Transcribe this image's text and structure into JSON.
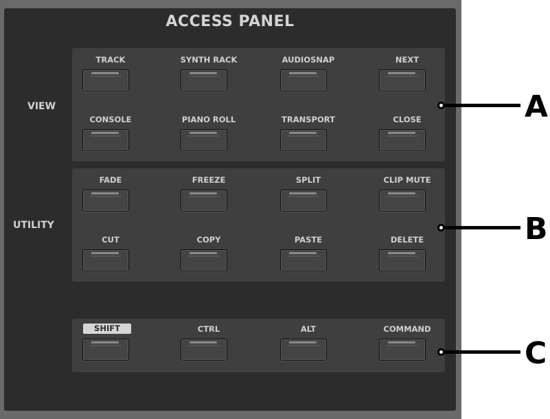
{
  "panel": {
    "title": "ACCESS PANEL"
  },
  "rows": {
    "view": {
      "label": "VIEW"
    },
    "utility": {
      "label": "UTILITY"
    }
  },
  "buttons": {
    "view": [
      [
        "TRACK",
        "SYNTH RACK",
        "AUDIOSNAP",
        "NEXT"
      ],
      [
        "CONSOLE",
        "PIANO ROLL",
        "TRANSPORT",
        "CLOSE"
      ]
    ],
    "utility": [
      [
        "FADE",
        "FREEZE",
        "SPLIT",
        "CLIP MUTE"
      ],
      [
        "CUT",
        "COPY",
        "PASTE",
        "DELETE"
      ]
    ],
    "modifiers": [
      "SHIFT",
      "CTRL",
      "ALT",
      "COMMAND"
    ]
  },
  "callouts": {
    "a": "A",
    "b": "B",
    "c": "C"
  }
}
